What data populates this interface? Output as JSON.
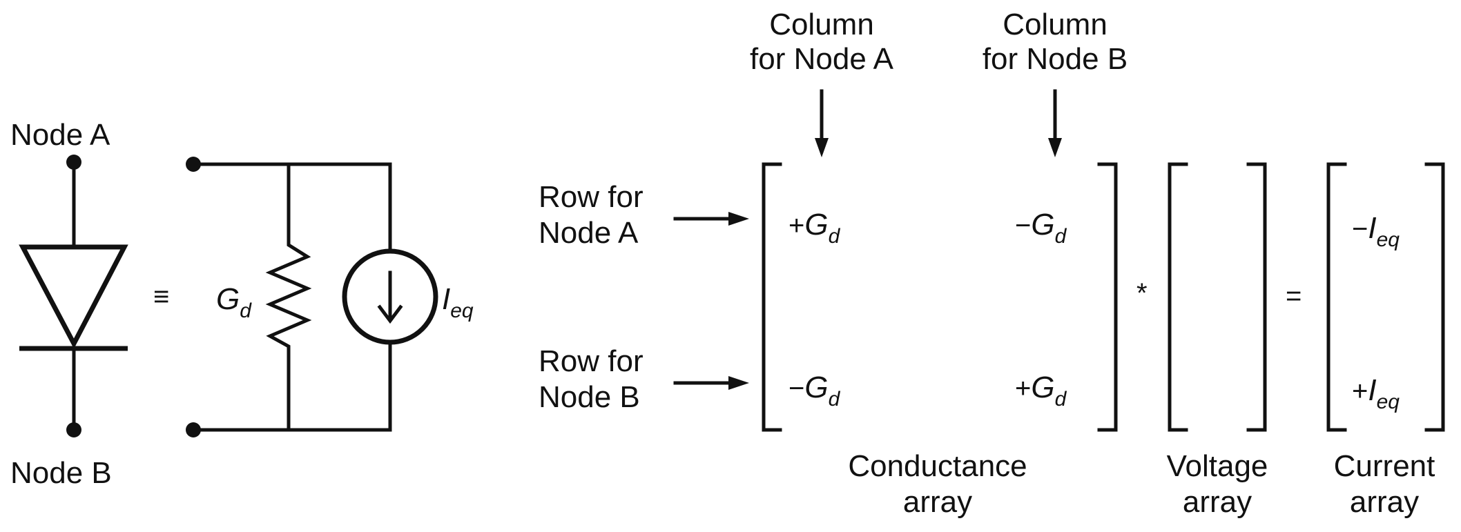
{
  "diode": {
    "node_a_label": "Node A",
    "node_b_label": "Node B",
    "equiv_symbol": "≡"
  },
  "circuit": {
    "conductance_symbol": "G",
    "conductance_sub": "d",
    "current_symbol": "I",
    "current_sub": "eq"
  },
  "column_labels": {
    "node_a": [
      "Column",
      "for Node A"
    ],
    "node_b": [
      "Column",
      "for Node B"
    ]
  },
  "row_labels": {
    "node_a": [
      "Row for",
      "Node A"
    ],
    "node_b": [
      "Row for",
      "Node B"
    ]
  },
  "conductance_matrix": {
    "a11": {
      "sign": "+",
      "sym": "G",
      "sub": "d"
    },
    "a12": {
      "sign": "−",
      "sym": "G",
      "sub": "d"
    },
    "a21": {
      "sign": "−",
      "sym": "G",
      "sub": "d"
    },
    "a22": {
      "sign": "+",
      "sym": "G",
      "sub": "d"
    }
  },
  "current_vector": {
    "r1": {
      "sign": "−",
      "sym": "I",
      "sub": "eq"
    },
    "r2": {
      "sign": "+",
      "sym": "I",
      "sub": "eq"
    }
  },
  "operators": {
    "multiply": "*",
    "equals": "="
  },
  "array_labels": {
    "conductance": [
      "Conductance",
      "array"
    ],
    "voltage": [
      "Voltage",
      "array"
    ],
    "current": [
      "Current",
      "array"
    ]
  }
}
